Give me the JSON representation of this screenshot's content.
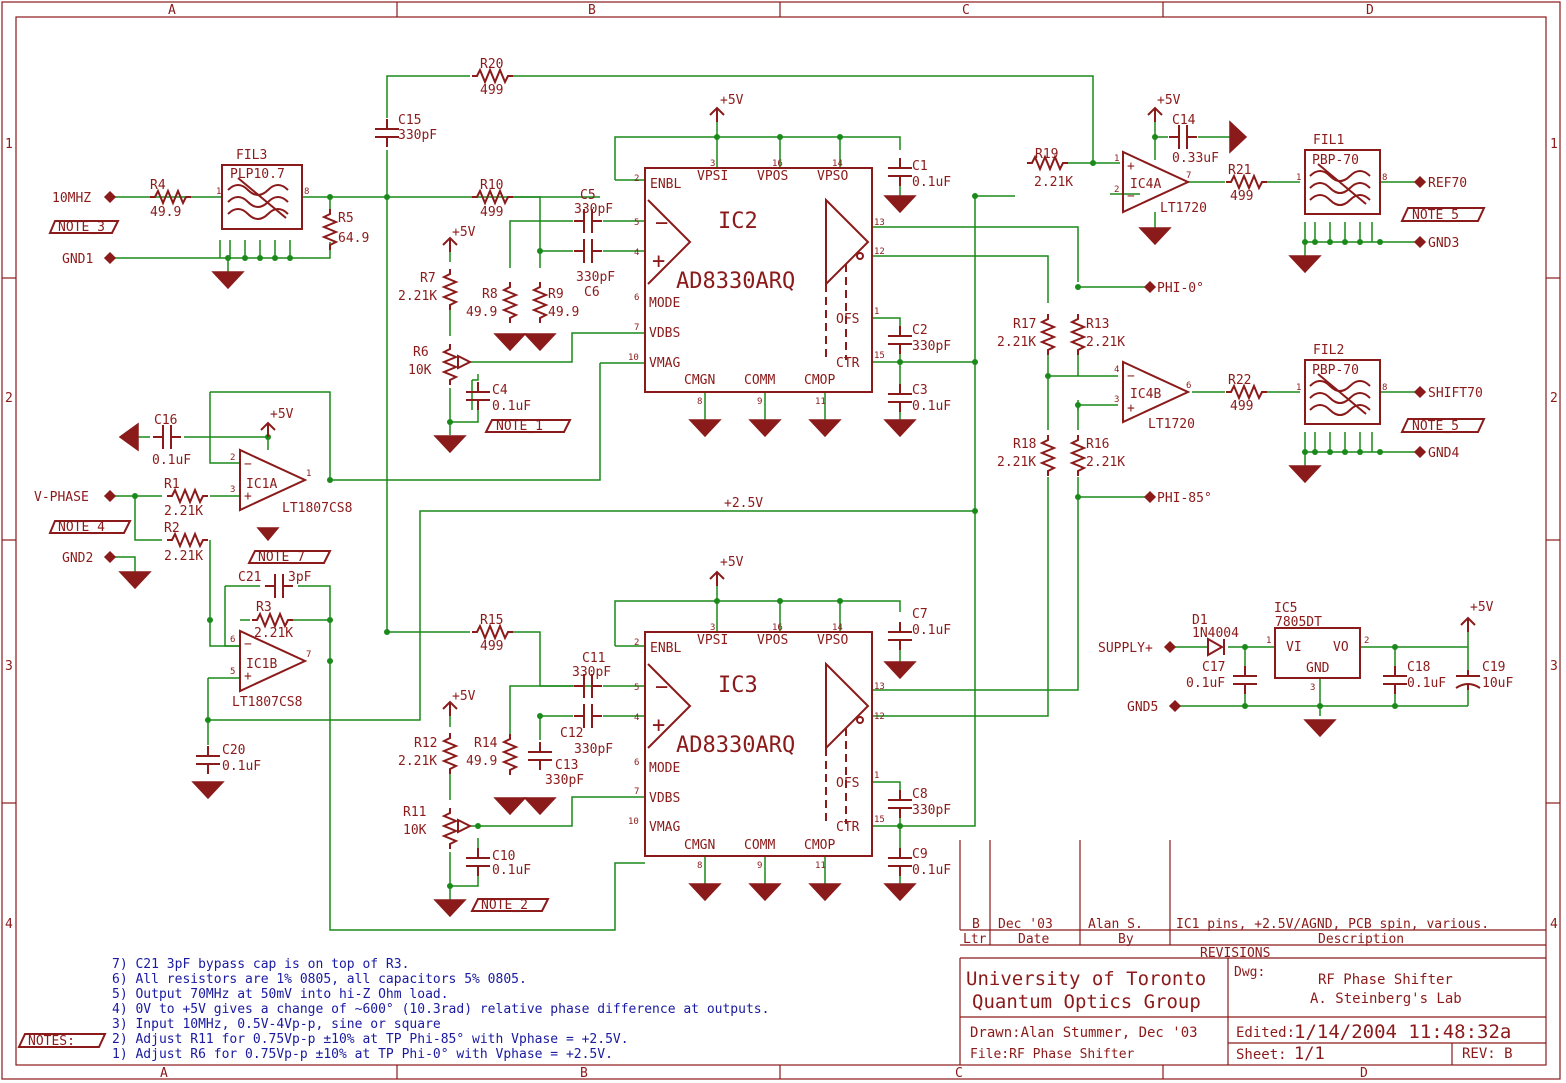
{
  "border": {
    "columns": [
      "A",
      "B",
      "C",
      "D"
    ],
    "rows": [
      "1",
      "2",
      "3",
      "4"
    ]
  },
  "parts": {
    "fil3": {
      "name": "FIL3",
      "value": "PLP10.7"
    },
    "fil1": {
      "name": "FIL1",
      "value": "PBP-70"
    },
    "fil2": {
      "name": "FIL2",
      "value": "PBP-70"
    },
    "ic2": {
      "name": "IC2",
      "part": "AD8330ARQ"
    },
    "ic3": {
      "name": "IC3",
      "part": "AD8330ARQ"
    },
    "ic4a": {
      "name": "IC4A",
      "part": "LT1720"
    },
    "ic4b": {
      "name": "IC4B",
      "part": "LT1720"
    },
    "ic1a": {
      "name": "IC1A",
      "part": "LT1807CS8"
    },
    "ic1b": {
      "name": "IC1B",
      "part": "LT1807CS8"
    },
    "ic5": {
      "name": "IC5",
      "part": "7805DT",
      "vi": "VI",
      "vo": "VO",
      "gnd": "GND"
    },
    "d1": {
      "name": "D1",
      "part": "1N4004"
    },
    "r1": {
      "name": "R1",
      "value": "2.21K"
    },
    "r2": {
      "name": "R2",
      "value": "2.21K"
    },
    "r3": {
      "name": "R3",
      "value": "2.21K"
    },
    "r4": {
      "name": "R4",
      "value": "49.9"
    },
    "r5": {
      "name": "R5",
      "value": "64.9"
    },
    "r6": {
      "name": "R6",
      "value": "10K"
    },
    "r7": {
      "name": "R7",
      "value": "2.21K"
    },
    "r8": {
      "name": "R8",
      "value": "49.9"
    },
    "r9": {
      "name": "R9",
      "value": "49.9"
    },
    "r10": {
      "name": "R10",
      "value": "499"
    },
    "r11": {
      "name": "R11",
      "value": "10K"
    },
    "r12": {
      "name": "R12",
      "value": "2.21K"
    },
    "r13": {
      "name": "R13",
      "value": "2.21K"
    },
    "r14": {
      "name": "R14",
      "value": "49.9"
    },
    "r15": {
      "name": "R15",
      "value": "499"
    },
    "r16": {
      "name": "R16",
      "value": "2.21K"
    },
    "r17": {
      "name": "R17",
      "value": "2.21K"
    },
    "r18": {
      "name": "R18",
      "value": "2.21K"
    },
    "r19": {
      "name": "R19",
      "value": "2.21K"
    },
    "r20": {
      "name": "R20",
      "value": "499"
    },
    "r21": {
      "name": "R21",
      "value": "499"
    },
    "r22": {
      "name": "R22",
      "value": "499"
    },
    "c1": {
      "name": "C1",
      "value": "0.1uF"
    },
    "c2": {
      "name": "C2",
      "value": "330pF"
    },
    "c3": {
      "name": "C3",
      "value": "0.1uF"
    },
    "c4": {
      "name": "C4",
      "value": "0.1uF"
    },
    "c5": {
      "name": "C5",
      "value": "330pF"
    },
    "c6": {
      "name": "C6",
      "value": "330pF"
    },
    "c7": {
      "name": "C7",
      "value": "0.1uF"
    },
    "c8": {
      "name": "C8",
      "value": "330pF"
    },
    "c9": {
      "name": "C9",
      "value": "0.1uF"
    },
    "c10": {
      "name": "C10",
      "value": "0.1uF"
    },
    "c11": {
      "name": "C11",
      "value": "330pF"
    },
    "c12": {
      "name": "C12",
      "value": "330pF"
    },
    "c13": {
      "name": "C13",
      "value": "330pF"
    },
    "c14": {
      "name": "C14",
      "value": "0.33uF"
    },
    "c15": {
      "name": "C15",
      "value": "330pF"
    },
    "c16": {
      "name": "C16",
      "value": "0.1uF"
    },
    "c17": {
      "name": "C17",
      "value": "0.1uF"
    },
    "c18": {
      "name": "C18",
      "value": "0.1uF"
    },
    "c19": {
      "name": "C19",
      "value": "10uF"
    },
    "c20": {
      "name": "C20",
      "value": "0.1uF"
    },
    "c21": {
      "name": "C21",
      "value": "3pF"
    }
  },
  "ic_pins": {
    "enbl": "ENBL",
    "vpsi": "VPSI",
    "vpos": "VPOS",
    "vpso": "VPSO",
    "mode": "MODE",
    "vdbs": "VDBS",
    "vmag": "VMAG",
    "cmgn": "CMGN",
    "comm": "COMM",
    "cmop": "CMOP",
    "ofs": "OFS",
    "ctr": "CTR"
  },
  "nets": {
    "in_10mhz": "10MHZ",
    "gnd1": "GND1",
    "gnd2": "GND2",
    "gnd3": "GND3",
    "gnd4": "GND4",
    "gnd5": "GND5",
    "vphase": "V-PHASE",
    "ref70": "REF70",
    "shift70": "SHIFT70",
    "phi0": "PHI-0°",
    "phi85": "PHI-85°",
    "supply": "SUPPLY+",
    "p5v": "+5V",
    "p2v5": "+2.5V"
  },
  "note_tags": {
    "n1": "NOTE_1",
    "n2": "NOTE_2",
    "n3": "NOTE_3",
    "n4": "NOTE_4",
    "n5a": "NOTE_5",
    "n5b": "NOTE_5",
    "n7": "NOTE_7",
    "notes": "NOTES:"
  },
  "notes": [
    "7) C21 3pF bypass cap is on top of R3.",
    "6) All resistors are 1% 0805, all capacitors 5% 0805.",
    "5) Output 70MHz at 50mV into hi-Z Ohm load.",
    "4) 0V to +5V gives a change of ~600° (10.3rad) relative phase difference at outputs.",
    "3) Input 10MHz, 0.5V-4Vp-p, sine or square",
    "2) Adjust R11 for 0.75Vp-p ±10% at TP Phi-85° with Vphase = +2.5V.",
    "1) Adjust R6 for 0.75Vp-p ±10% at TP Phi-0° with Vphase = +2.5V."
  ],
  "revisions": {
    "title": "REVISIONS",
    "headers": {
      "ltr": "Ltr",
      "date": "Date",
      "by": "By",
      "desc": "Description"
    },
    "row": {
      "ltr": "B",
      "date": "Dec '03",
      "by": "Alan S.",
      "desc": "IC1 pins, +2.5V/AGND, PCB spin, various."
    }
  },
  "title_block": {
    "org1": "University of Toronto",
    "org2": "Quantum Optics Group",
    "dwg_label": "Dwg:",
    "dwg1": "RF Phase Shifter",
    "dwg2": "A. Steinberg's Lab",
    "drawn": "Drawn:Alan Stummer, Dec '03",
    "file": "File:RF Phase Shifter",
    "edited_label": "Edited:",
    "edited": "1/14/2004 11:48:32a",
    "sheet_label": "Sheet:",
    "sheet": "1/1",
    "rev": "REV: B"
  }
}
